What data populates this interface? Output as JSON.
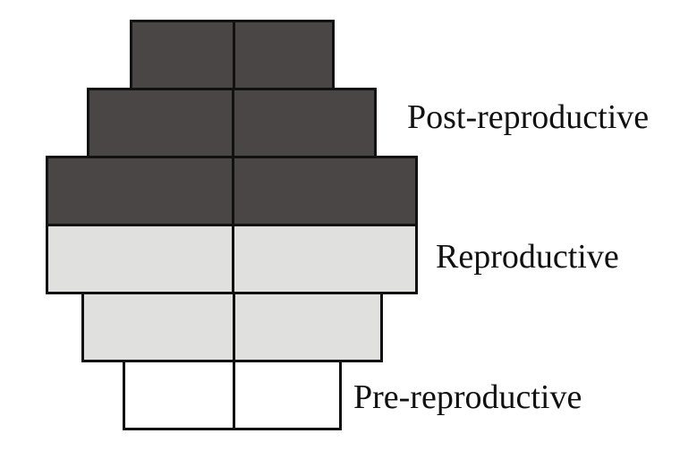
{
  "labels": {
    "post_reproductive": "Post-reproductive",
    "reproductive": "Reproductive",
    "pre_reproductive": "Pre-reproductive"
  },
  "colors": {
    "post_reproductive": "#4a4646",
    "reproductive": "#e0e0de",
    "pre_reproductive": "#ffffff",
    "outline": "#111111"
  },
  "pyramid": {
    "bands_top_to_bottom": [
      {
        "stage": "post_reproductive",
        "relative_width": 0.55
      },
      {
        "stage": "post_reproductive",
        "relative_width": 0.78
      },
      {
        "stage": "post_reproductive",
        "relative_width": 1.0
      },
      {
        "stage": "reproductive",
        "relative_width": 1.0
      },
      {
        "stage": "reproductive",
        "relative_width": 0.81
      },
      {
        "stage": "pre_reproductive",
        "relative_width": 0.59
      }
    ]
  }
}
